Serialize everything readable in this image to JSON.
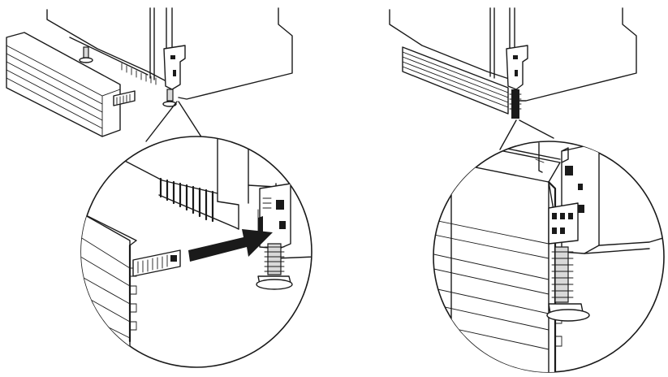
{
  "figure": {
    "panels": [
      {
        "id": "before",
        "callout": "magnifier-circle-left",
        "arrow": "insert-direction-arrow"
      },
      {
        "id": "after",
        "callout": "magnifier-circle-right"
      }
    ]
  }
}
